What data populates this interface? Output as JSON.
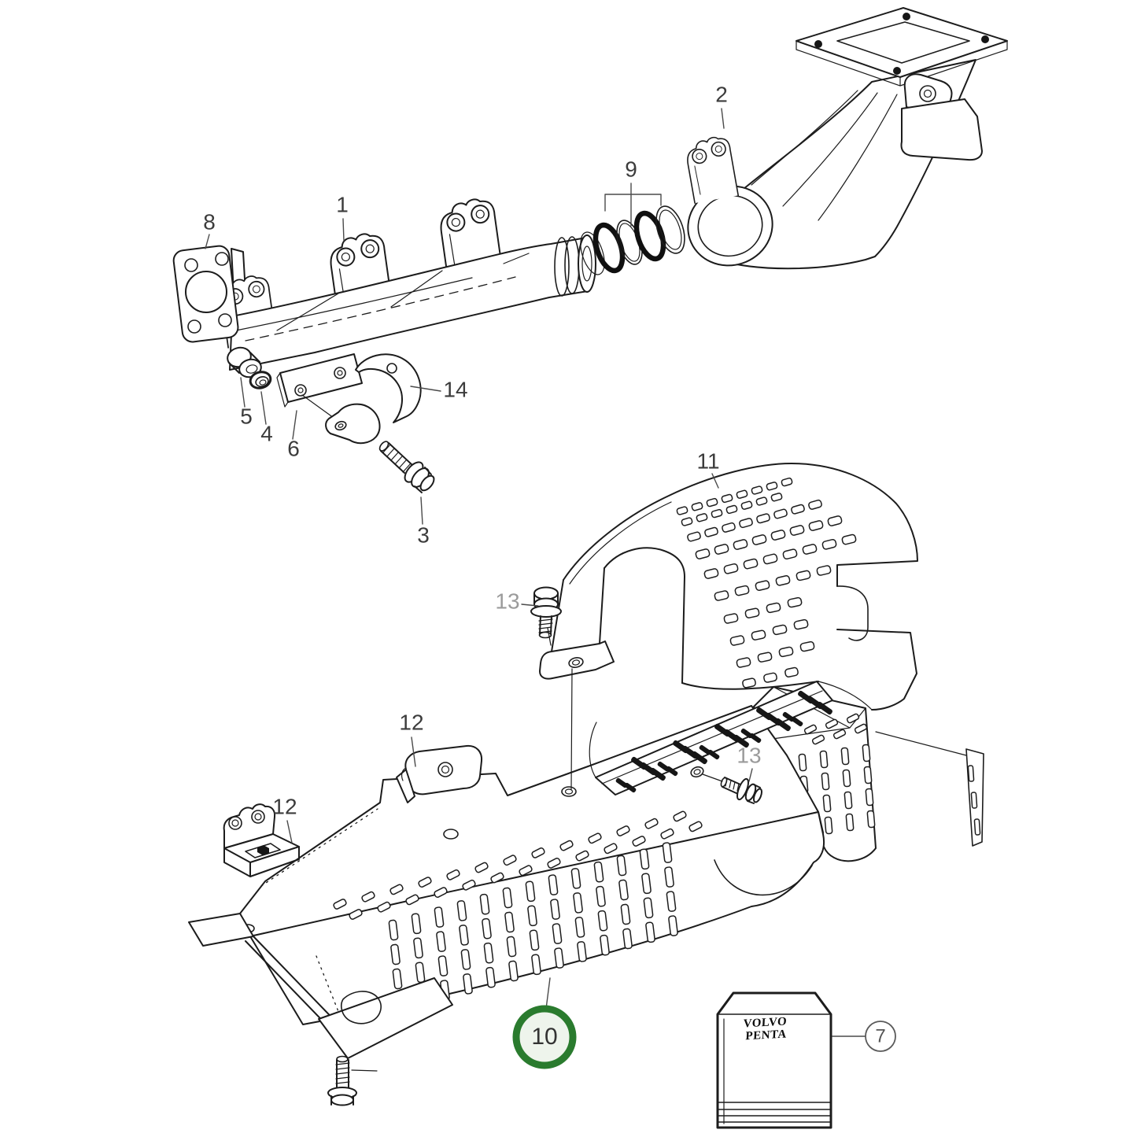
{
  "figure": {
    "type": "exploded-parts-diagram"
  },
  "selected": {
    "part": "10"
  },
  "theme": {
    "ink": "#1c1c1c",
    "ink-soft": "#4a4a4a",
    "label": "#3c3c3c",
    "muted": "#9b9b9b",
    "hl-ring": "#2a7b2e",
    "hl-fill": "#eef4ec",
    "paper": "#ffffff"
  },
  "callouts": {
    "c1": {
      "label": "1"
    },
    "c2": {
      "label": "2"
    },
    "c3": {
      "label": "3"
    },
    "c4": {
      "label": "4"
    },
    "c5": {
      "label": "5"
    },
    "c6": {
      "label": "6"
    },
    "c7": {
      "label": "7"
    },
    "c8": {
      "label": "8"
    },
    "c9": {
      "label": "9"
    },
    "c10": {
      "label": "10"
    },
    "c11": {
      "label": "11"
    },
    "c12a": {
      "label": "12"
    },
    "c12b": {
      "label": "12"
    },
    "c13a": {
      "label": "13"
    },
    "c13b": {
      "label": "13"
    },
    "c14": {
      "label": "14"
    }
  },
  "kit_box": {
    "line1": "VOLVO",
    "line2": "PENTA"
  }
}
